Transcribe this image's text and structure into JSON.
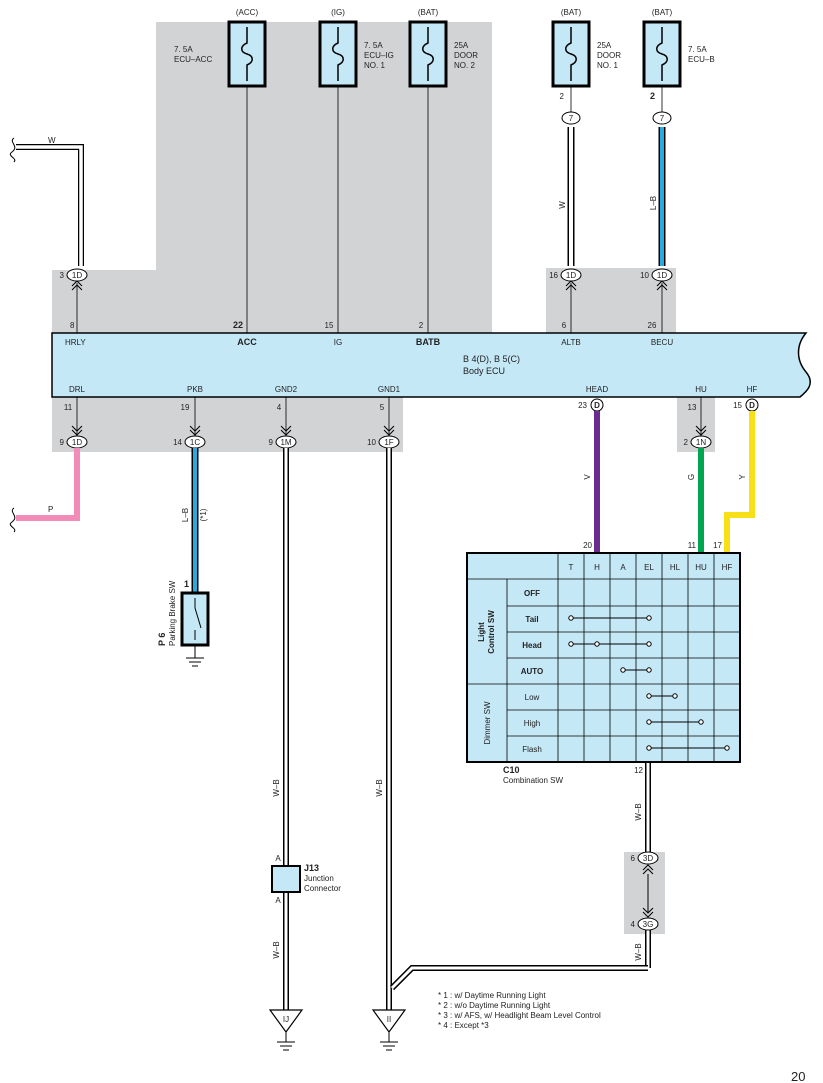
{
  "fuses": [
    {
      "source": "(ACC)",
      "rating": "7. 5A",
      "name": "ECU–ACC",
      "name2": "",
      "pin": ""
    },
    {
      "source": "(IG)",
      "rating": "7. 5A",
      "name": "ECU–IG",
      "name2": "NO. 1",
      "pin": ""
    },
    {
      "source": "(BAT)",
      "rating": "25A",
      "name": "DOOR",
      "name2": "NO. 2",
      "pin": ""
    },
    {
      "source": "(BAT)",
      "rating": "25A",
      "name": "DOOR",
      "name2": "NO. 1",
      "pin": "2"
    },
    {
      "source": "(BAT)",
      "rating": "7. 5A",
      "name": "ECU–B",
      "name2": "",
      "pin": "2"
    }
  ],
  "ecu": {
    "title": "B 4(D), B 5(C)",
    "subtitle": "Body ECU",
    "top_pins": [
      {
        "label": "HRLY",
        "num": "8"
      },
      {
        "label": "ACC",
        "num": "22"
      },
      {
        "label": "IG",
        "num": "15"
      },
      {
        "label": "BATB",
        "num": "2"
      },
      {
        "label": "ALTB",
        "num": "6"
      },
      {
        "label": "BECU",
        "num": "26"
      }
    ],
    "bottom_pins": [
      {
        "label": "DRL",
        "num": "11"
      },
      {
        "label": "PKB",
        "num": "19"
      },
      {
        "label": "GND2",
        "num": "4"
      },
      {
        "label": "GND1",
        "num": "5"
      },
      {
        "label": "HEAD",
        "num": "23"
      },
      {
        "label": "HU",
        "num": "13"
      },
      {
        "label": "HF",
        "num": "15"
      }
    ]
  },
  "connectors": {
    "top": [
      {
        "pin": "3",
        "id": "1D"
      },
      {
        "pin": "16",
        "id": "1D"
      },
      {
        "pin": "10",
        "id": "1D"
      },
      {
        "pin": "",
        "id": "7"
      },
      {
        "pin": "",
        "id": "7"
      }
    ],
    "bottom": [
      {
        "pin": "9",
        "id": "1D"
      },
      {
        "pin": "14",
        "id": "1C"
      },
      {
        "pin": "9",
        "id": "1M"
      },
      {
        "pin": "10",
        "id": "1F"
      },
      {
        "pin": "2",
        "id": "1N"
      }
    ],
    "head_d": "D",
    "hf_d": "D",
    "j3d": {
      "pin": "6",
      "id": "3D"
    },
    "j3g": {
      "pin": "4",
      "id": "3G"
    }
  },
  "wires": {
    "w_top": "W",
    "w_altb": "W",
    "lb_becu": "L–B",
    "p_drl": "P",
    "lb_pkb": "L–B",
    "star1": "(*1)",
    "v_head": "V",
    "g_hu": "G",
    "y_hf": "Y",
    "wb_gnd2": "W–B",
    "wb_gnd2_b": "W–B",
    "wb_gnd1": "W–B",
    "wb_c10": "W–B",
    "wb_c10_b": "W–B"
  },
  "colors": {
    "W": "#ffffff",
    "LB": "#27a9e1",
    "P": "#f28bb8",
    "V": "#6a2c91",
    "G": "#00a651",
    "Y": "#f7e017",
    "gray": "#d2d3d5",
    "ecu_fill": "#c5e8f7"
  },
  "parking_brake": {
    "pin": "1",
    "id": "P 6",
    "label": "Parking Brake SW"
  },
  "junction": {
    "id": "J13",
    "label1": "Junction",
    "label2": "Connector",
    "pin_top": "A",
    "pin_bottom": "A"
  },
  "grounds": [
    "IJ",
    "II"
  ],
  "combo": {
    "id": "C10",
    "label": "Combination SW",
    "columns": [
      "T",
      "H",
      "A",
      "EL",
      "HL",
      "HU",
      "HF"
    ],
    "input_pins": {
      "head": "20",
      "hu": "11",
      "hf": "17"
    },
    "out_pin": "12",
    "group1": "Light Control SW",
    "group1a": "Light",
    "group1b": "Control SW",
    "group2": "Dimmer SW",
    "rows": [
      "OFF",
      "Tail",
      "Head",
      "AUTO",
      "Low",
      "High",
      "Flash"
    ],
    "links": [
      {
        "row": 1,
        "from": 0,
        "to": 3
      },
      {
        "row": 2,
        "from": 0,
        "to": 3,
        "mid": 1
      },
      {
        "row": 3,
        "from": 2,
        "to": 3
      },
      {
        "row": 4,
        "from": 3,
        "to": 4
      },
      {
        "row": 5,
        "from": 3,
        "to": 5
      },
      {
        "row": 6,
        "from": 3,
        "to": 6
      }
    ]
  },
  "notes": [
    "* 1 : w/ Daytime Running Light",
    "* 2 : w/o Daytime Running Light",
    "* 3 : w/ AFS,  w/ Headlight Beam Level Control",
    "* 4 : Except *3"
  ],
  "page_number": "20"
}
